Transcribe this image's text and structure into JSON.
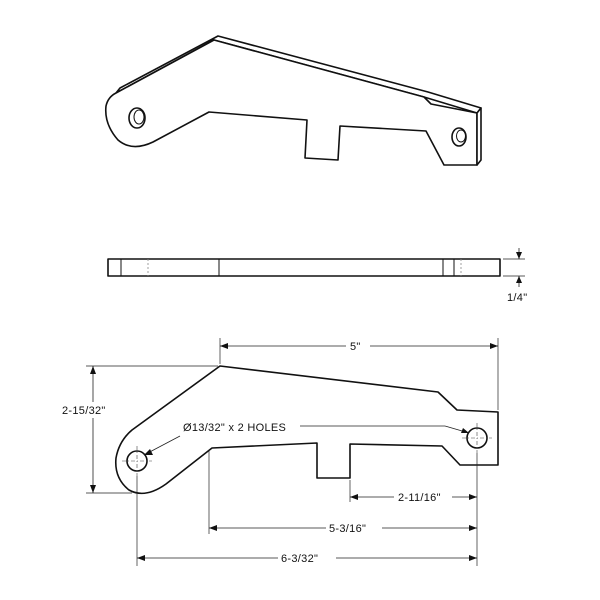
{
  "dimensions": {
    "overall_width": "5\"",
    "height": "2-15/32\"",
    "hole_spec": "Ø13/32\" x 2 HOLES",
    "slot_offset": "2-11/16\"",
    "inner_length": "5-3/16\"",
    "overall_length": "6-3/32\"",
    "thickness": "1/4\""
  },
  "colors": {
    "line": "#111111",
    "background": "#ffffff"
  }
}
